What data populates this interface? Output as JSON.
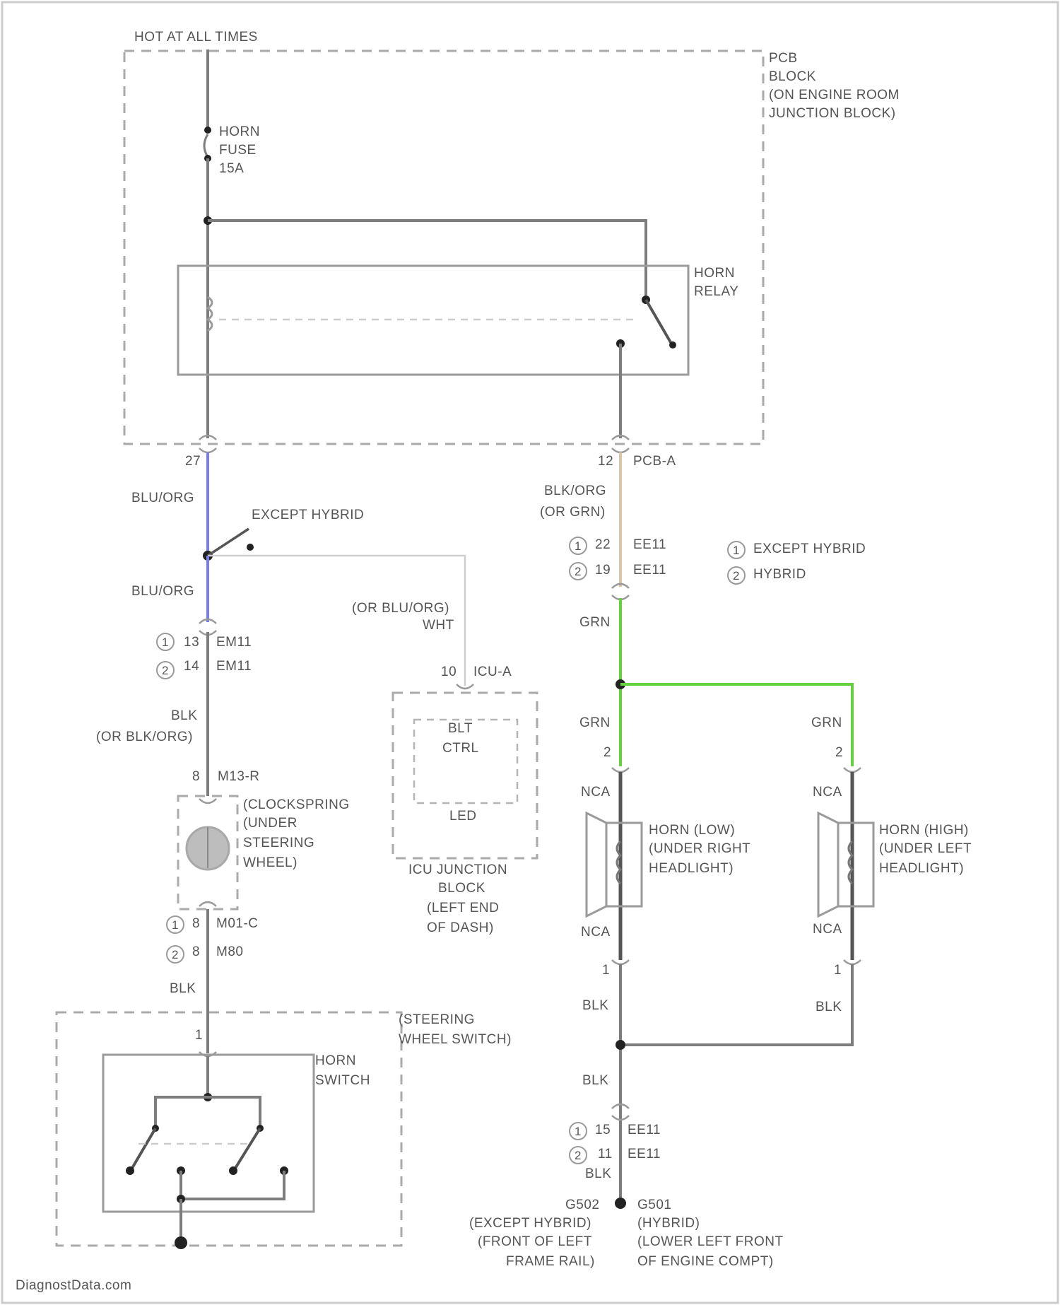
{
  "colors": {
    "bl_org_wire": "#7b7fe0",
    "blk_org_wire": "#d9c7a8",
    "grn_wire": "#66d13f",
    "wire": "#7d7d7d",
    "label": "#555555"
  },
  "power": {
    "label": "HOT AT ALL TIMES"
  },
  "pcb_block": {
    "l1": "PCB",
    "l2": "BLOCK",
    "l3": "(ON ENGINE ROOM",
    "l4": "JUNCTION BLOCK)"
  },
  "fuse": {
    "l1": "HORN",
    "l2": "FUSE",
    "l3": "15A"
  },
  "relay": {
    "l1": "HORN",
    "l2": "RELAY"
  },
  "left_branch": {
    "pin_27": "27",
    "wire1": "BLU/ORG",
    "except_hybrid": "EXCEPT HYBRID",
    "wire2": "BLU/ORG",
    "c1_num": "13",
    "c1_name": "EM11",
    "c1_tag": "1",
    "c2_num": "14",
    "c2_name": "EM11",
    "c2_tag": "2",
    "wire3a": "BLK",
    "wire3b": "(OR BLK/ORG)",
    "m13_num": "8",
    "m13_name": "M13-R",
    "clockspring_l1": "(CLOCKSPRING",
    "clockspring_l2": "(UNDER",
    "clockspring_l3": "STEERING",
    "clockspring_l4": "WHEEL)",
    "c3_num": "8",
    "c3_name": "M01-C",
    "c3_tag": "1",
    "c4_num": "8",
    "c4_name": "M80",
    "c4_tag": "2",
    "wire4": "BLK",
    "sw_pin": "1",
    "steering_l1": "(STEERING",
    "steering_l2": "WHEEL SWITCH)",
    "horn_switch_l1": "HORN",
    "horn_switch_l2": "SWITCH"
  },
  "icu": {
    "wire_l1": "(OR BLU/ORG)",
    "wire_l2": "WHT",
    "pin": "10",
    "conn": "ICU-A",
    "ctrl_l1": "BLT",
    "ctrl_l2": "CTRL",
    "inner_label": "LED",
    "block_l1": "ICU JUNCTION",
    "block_l2": "BLOCK",
    "block_l3": "(LEFT END",
    "block_l4": "OF DASH)"
  },
  "right_branch": {
    "pin_12": "12",
    "pcb_conn": "PCB-A",
    "wire1a": "BLK/ORG",
    "wire1b": "(OR GRN)",
    "c1_num": "22",
    "c1_name": "EE11",
    "c1_tag": "1",
    "c2_num": "19",
    "c2_name": "EE11",
    "c2_tag": "2",
    "legend1_tag": "1",
    "legend1": "EXCEPT HYBRID",
    "legend2_tag": "2",
    "legend2": "HYBRID",
    "wire2": "GRN",
    "wire3": "GRN",
    "wire3r": "GRN",
    "hl_pin": "2",
    "hr_pin": "2",
    "nca1": "NCA",
    "nca2": "NCA",
    "horn_low_l1": "HORN (LOW)",
    "horn_low_l2": "(UNDER RIGHT",
    "horn_low_l3": "HEADLIGHT)",
    "horn_high_l1": "HORN (HIGH)",
    "horn_high_l2": "(UNDER LEFT",
    "horn_high_l3": "HEADLIGHT)",
    "nca3": "NCA",
    "nca4": "NCA",
    "hl_pin_b": "1",
    "hr_pin_b": "1",
    "blk1": "BLK",
    "blk2": "BLK",
    "blk3": "BLK",
    "c3_num": "15",
    "c3_name": "EE11",
    "c3_tag": "1",
    "c4_num": "11",
    "c4_name": "EE11",
    "c4_tag": "2",
    "blk4": "BLK",
    "g1": "G502",
    "g2": "G501",
    "g1_l1": "(EXCEPT HYBRID)",
    "g1_l2": "(FRONT OF LEFT",
    "g1_l3": "FRAME RAIL)",
    "g2_l1": "(HYBRID)",
    "g2_l2": "(LOWER LEFT FRONT",
    "g2_l3": "OF ENGINE COMPT)"
  },
  "watermark": "DiagnostData.com"
}
